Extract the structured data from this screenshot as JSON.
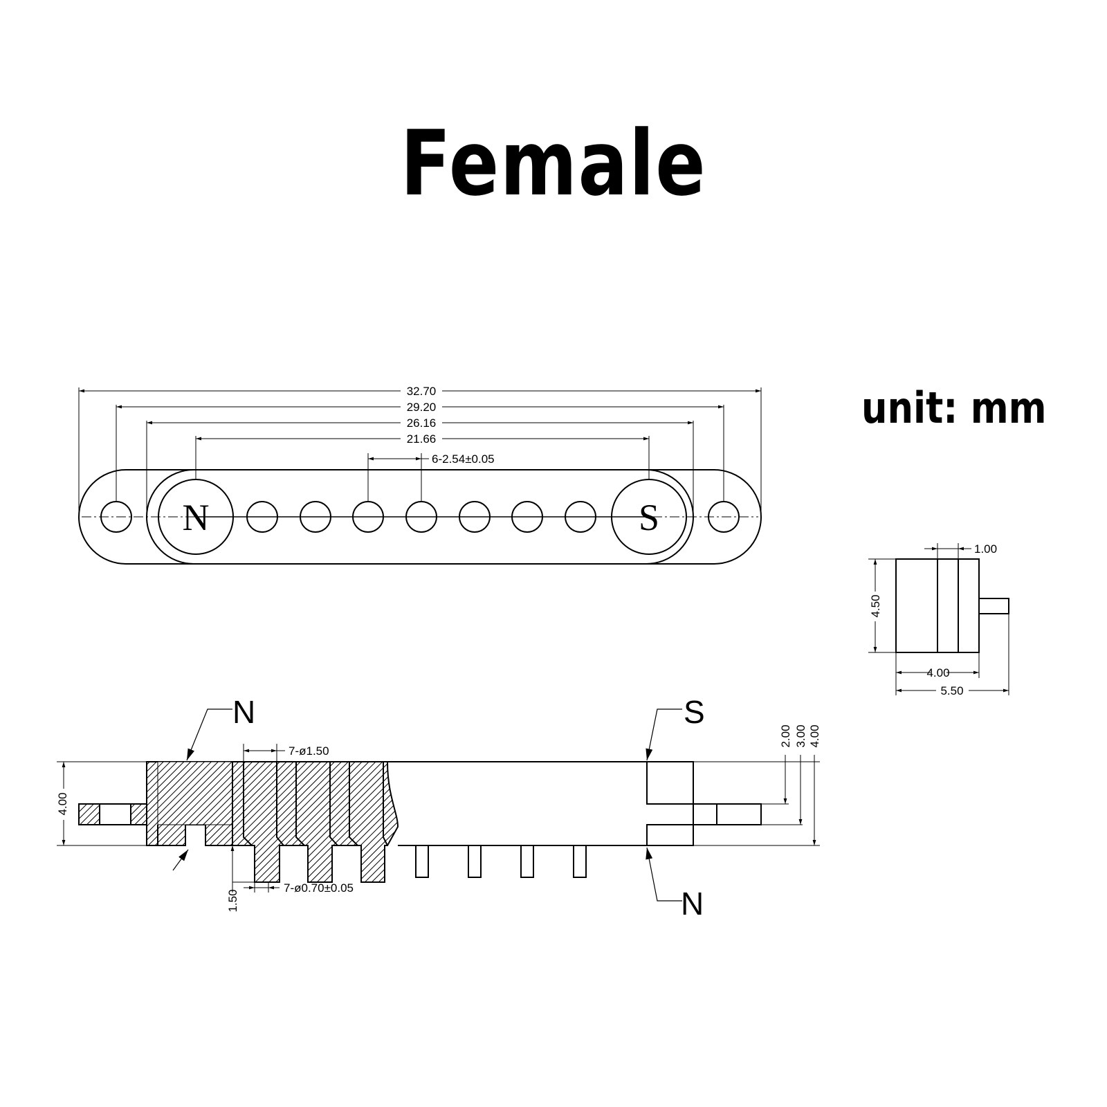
{
  "title": "Female",
  "unit_label": "unit: mm",
  "top_view": {
    "dim_overall": "32.70",
    "dim_mount_holes": "29.20",
    "dim_body": "26.16",
    "dim_magnets": "21.66",
    "dim_pitch": "6-2.54±0.05",
    "pole_north": "N",
    "pole_south": "S"
  },
  "side_view": {
    "dim_step": "1.00",
    "dim_height": "4.50",
    "dim_body_width": "4.00",
    "dim_total_width": "5.50"
  },
  "section_view": {
    "label_n_top": "N",
    "label_s_top": "S",
    "label_n_bottom": "N",
    "dim_hole_dia": "7-ø1.50",
    "dim_pin_dia": "7-ø0.70±0.05",
    "dim_pin_length": "1.50",
    "dim_height_left": "4.00",
    "dim_right_2": "2.00",
    "dim_right_3": "3.00",
    "dim_right_4": "4.00"
  }
}
